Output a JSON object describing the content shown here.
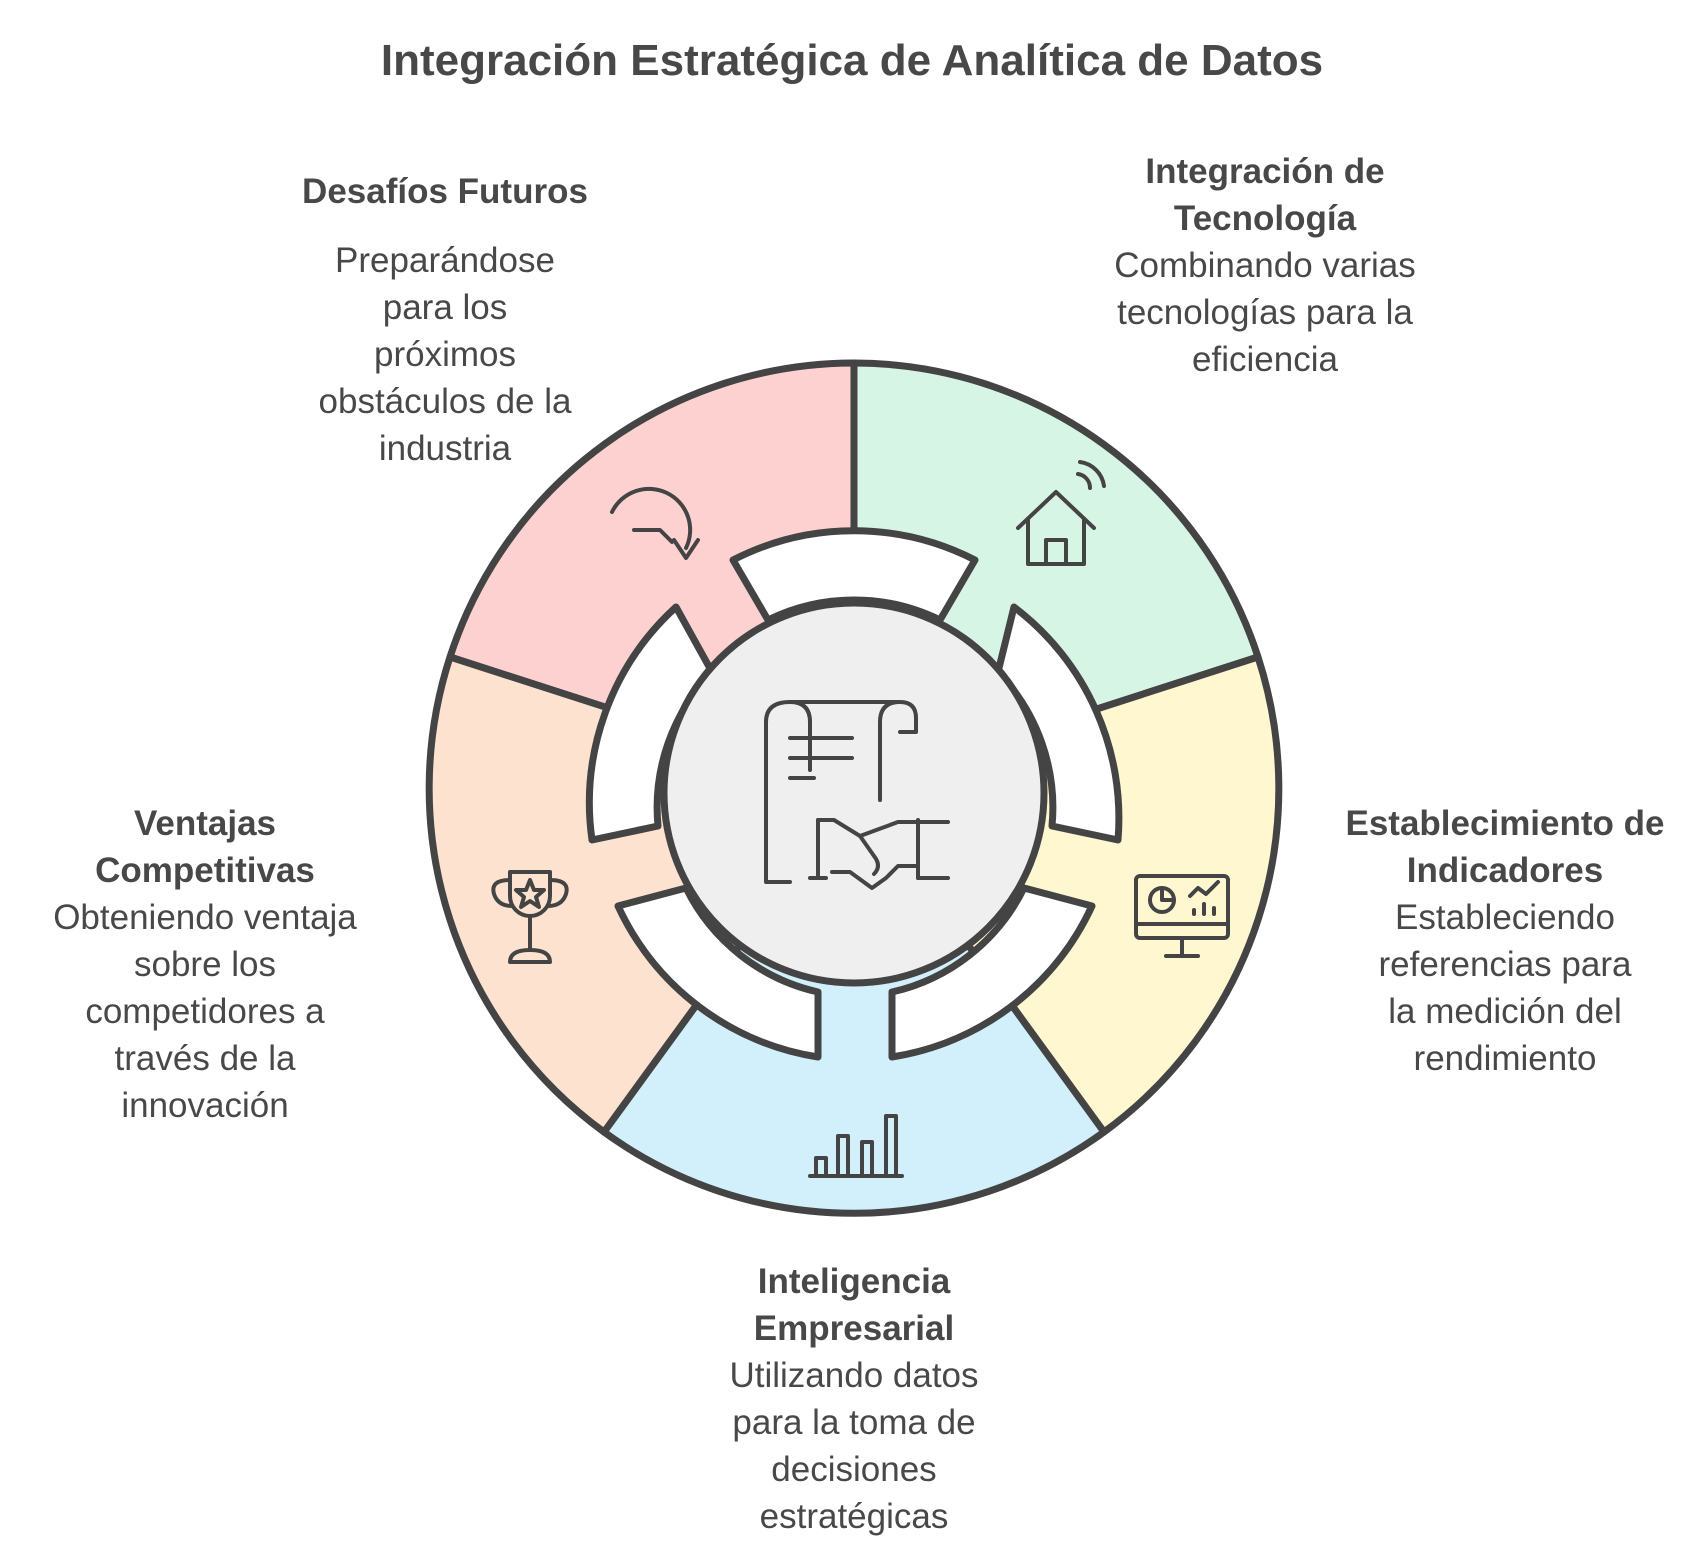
{
  "title": "Integración Estratégica de Analítica de Datos",
  "center_icon": "contract-handshake-icon",
  "segments": [
    {
      "heading": "Desafíos Futuros",
      "description": "Preparándose para los próximos obstáculos de la industria",
      "icon": "circular-arrow-icon",
      "color": "#fdd1cf"
    },
    {
      "heading": "Integración de Tecnología",
      "description": "Combinando varias tecnologías para la eficiencia",
      "icon": "smart-home-icon",
      "color": "#d6f5e5"
    },
    {
      "heading": "Establecimiento de Indicadores",
      "description": "Estableciendo referencias para la medición del rendimiento",
      "icon": "monitor-chart-icon",
      "color": "#fef7cf"
    },
    {
      "heading": "Inteligencia Empresarial",
      "description": "Utilizando datos para la toma de decisiones estratégicas",
      "icon": "bar-chart-icon",
      "color": "#d1f0fc"
    },
    {
      "heading": "Ventajas Competitivas",
      "description": "Obteniendo ventaja sobre los competidores a través de la innovación",
      "icon": "trophy-icon",
      "color": "#fde3cf"
    }
  ]
}
